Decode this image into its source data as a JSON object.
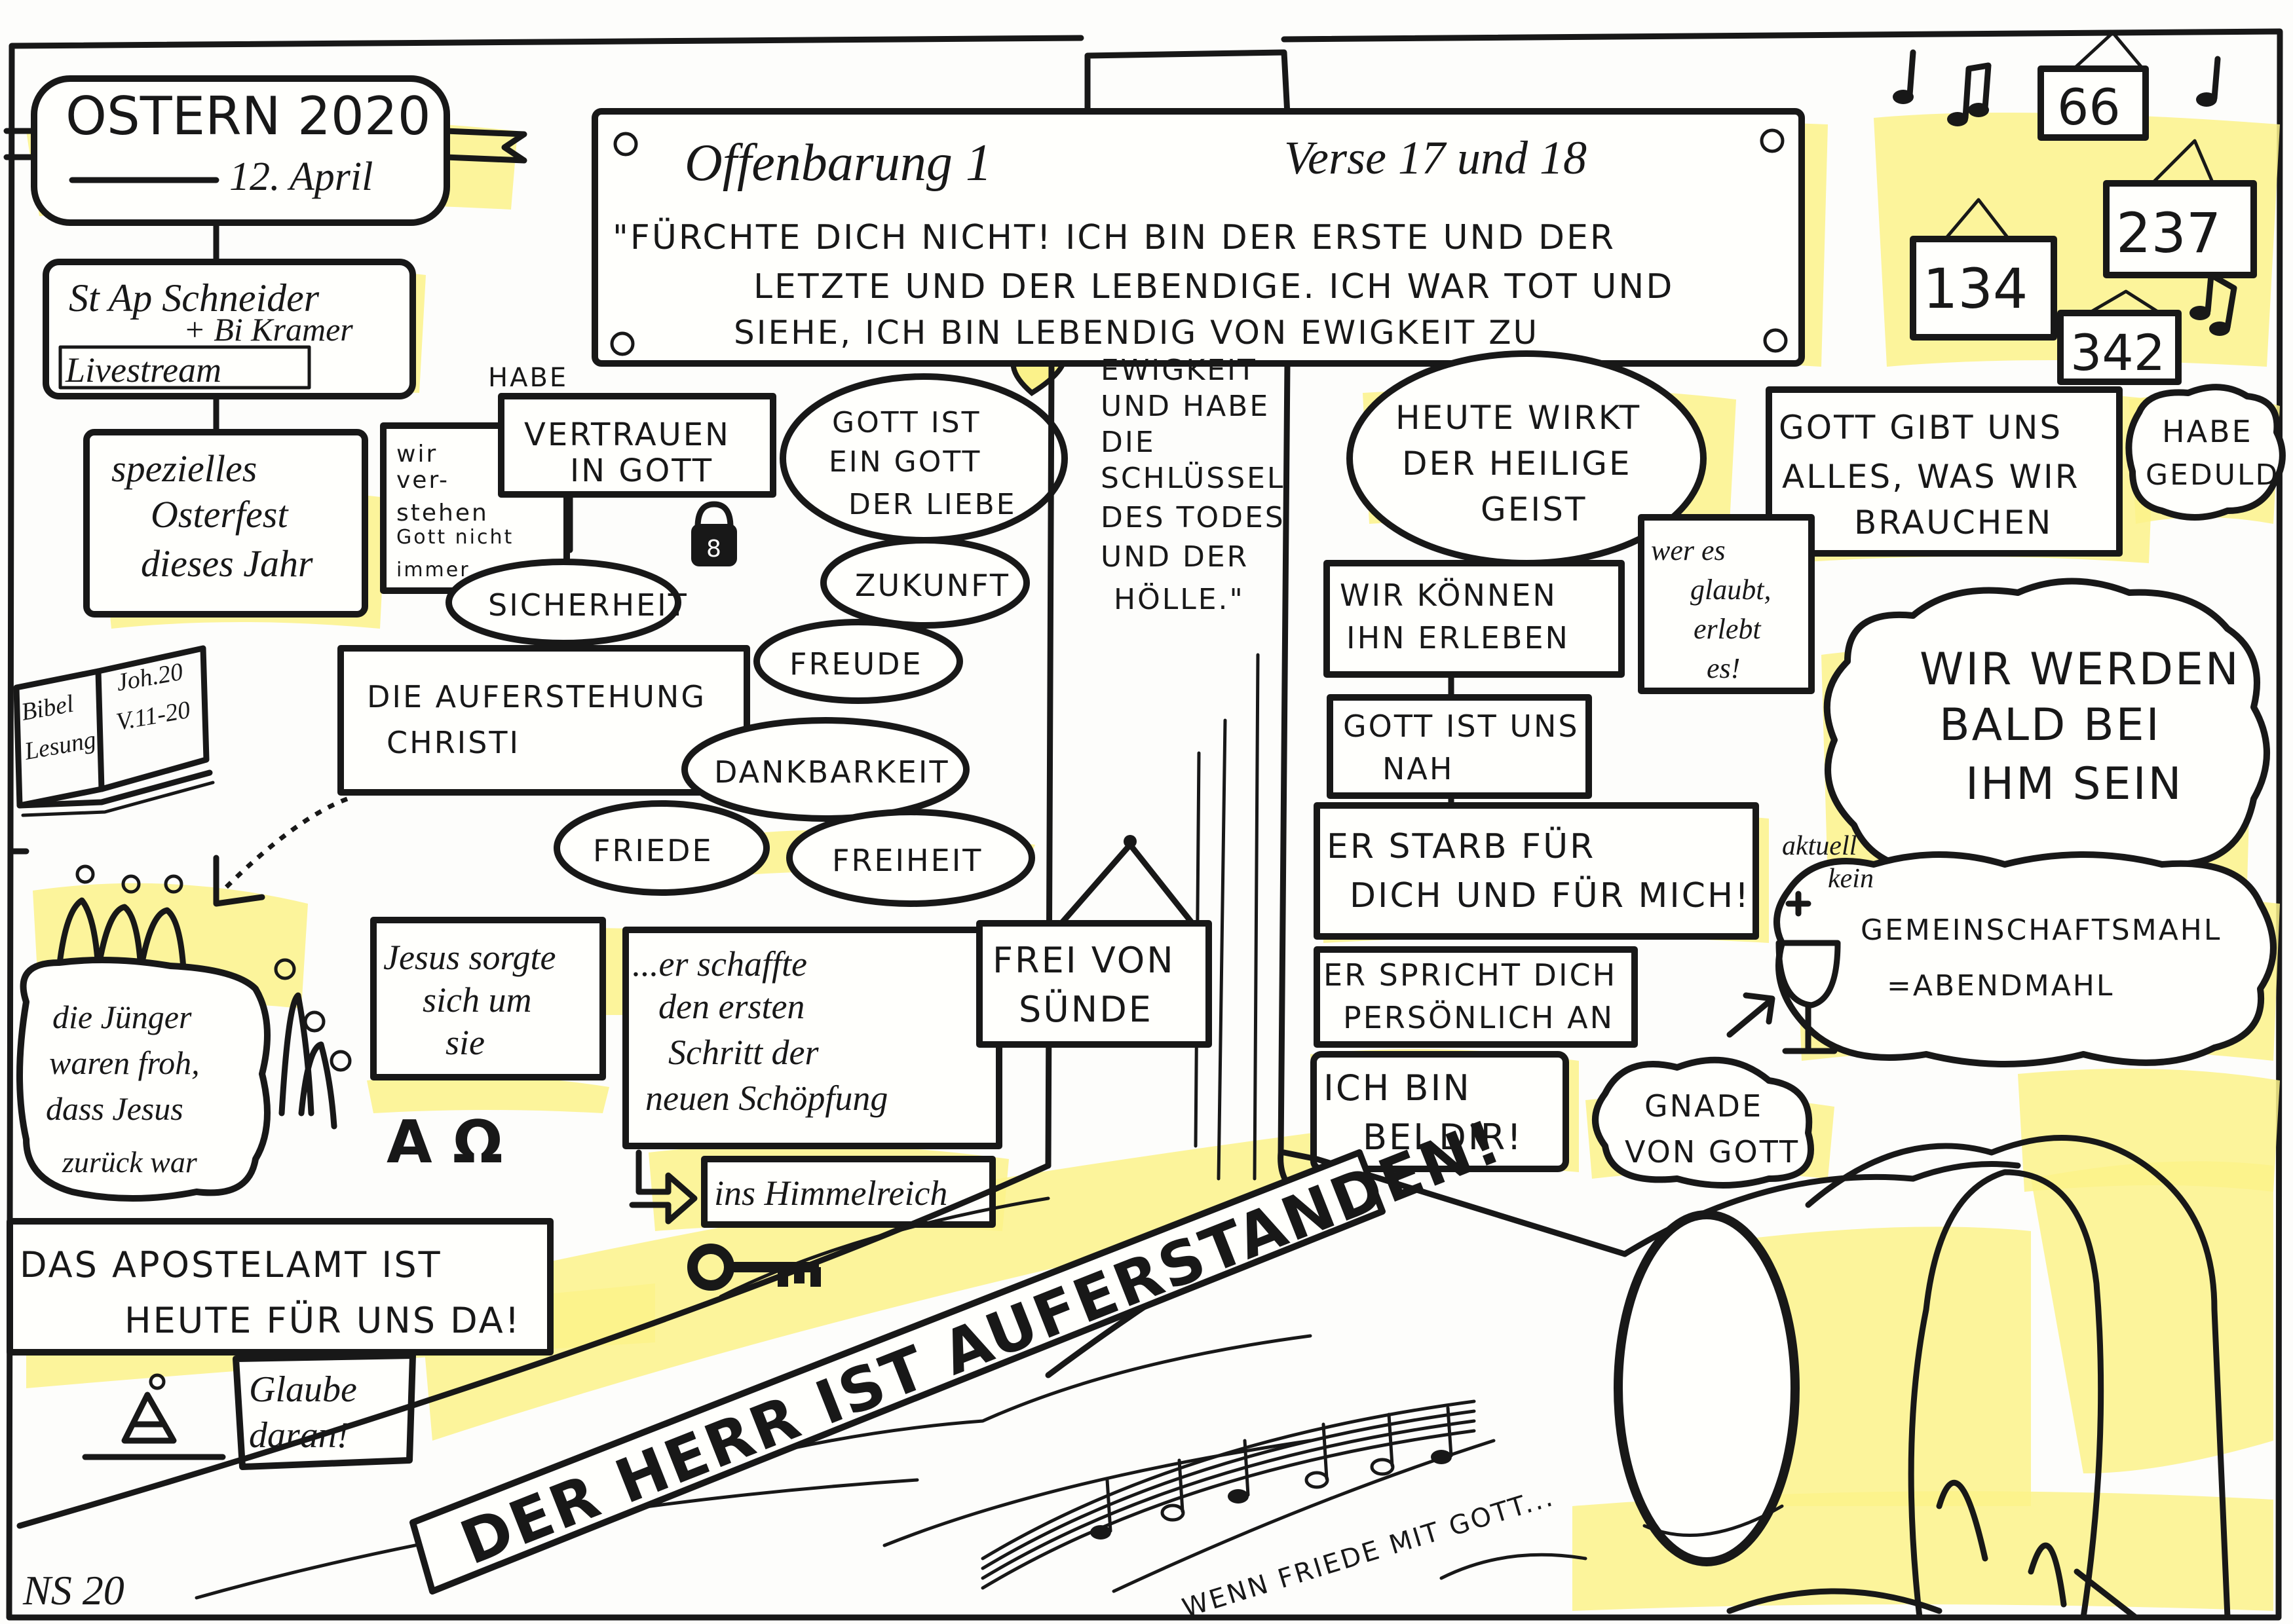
{
  "title": {
    "line1": "OSTERN 2020",
    "line2": "12. April"
  },
  "preacher": {
    "line1": "St Ap Schneider",
    "line2": "+ Bi Kramer",
    "line3": "Livestream"
  },
  "special": {
    "line1": "spezielles",
    "line2": "Osterfest",
    "line3": "dieses Jahr"
  },
  "not_understand": {
    "line1": "wir",
    "line2": "ver-",
    "line3": "stehen",
    "line4": "Gott nicht",
    "line5": "immer"
  },
  "trust": {
    "label_top": "HABE",
    "line1": "VERTRAUEN",
    "line2": "IN GOTT"
  },
  "love": {
    "line1": "GOTT IST",
    "line2": "EIN GOTT",
    "line3": "DER LIEBE"
  },
  "lock_number": "8",
  "ovals": {
    "sicherheit": "SICHERHEIT",
    "zukunft": "ZUKUNFT",
    "freude": "FREUDE",
    "dankbarkeit": "DANKBARKEIT",
    "friede": "FRIEDE",
    "freiheit": "FREIHEIT"
  },
  "resurrection": {
    "line1": "DIE AUFERSTEHUNG",
    "line2": "CHRISTI"
  },
  "bible": {
    "left1": "Bibel",
    "left2": "Lesung",
    "right1": "Joh.20",
    "right2": "V.11-20"
  },
  "disciples": {
    "line1": "die Jünger",
    "line2": "waren froh,",
    "line3": "dass Jesus",
    "line4": "zurück war"
  },
  "jesus_cared": {
    "line1": "Jesus sorgte",
    "line2": "sich um",
    "line3": "sie"
  },
  "alpha_omega": "Α Ω",
  "first_step": {
    "line1": "...er schaffte",
    "line2": "den ersten",
    "line3": "Schritt der",
    "line4": "neuen Schöpfung"
  },
  "heaven": "ins Himmelreich",
  "apostle": {
    "line1": "DAS APOSTELAMT IST",
    "line2": "HEUTE FÜR UNS DA!"
  },
  "belief": {
    "line1": "Glaube",
    "line2": "daran!"
  },
  "verse": {
    "reference": "Offenbarung 1",
    "verses": "Verse 17 und 18",
    "line1": "\"FÜRCHTE DICH NICHT! ICH BIN DER ERSTE UND DER",
    "line2": "LETZTE UND DER LEBENDIGE. ICH WAR TOT UND",
    "line3": "SIEHE, ICH BIN LEBENDIG VON EWIGKEIT ZU",
    "cont1": "EWIGKEIT",
    "cont2": "UND HABE",
    "cont3": "DIE",
    "cont4": "SCHLÜSSEL",
    "cont5": "DES TODES",
    "cont6": "UND DER",
    "cont7": "HÖLLE.\""
  },
  "free_sin": {
    "line1": "FREI VON",
    "line2": "SÜNDE"
  },
  "hymns": [
    "66",
    "237",
    "134",
    "342"
  ],
  "holy_spirit": {
    "line1": "HEUTE WIRKT",
    "line2": "DER HEILIGE",
    "line3": "GEIST"
  },
  "everything": {
    "line1": "GOTT GIBT UNS",
    "line2": "ALLES, WAS WIR",
    "line3": "BRAUCHEN"
  },
  "patience": {
    "line1": "HABE",
    "line2": "GEDULD"
  },
  "believes": {
    "line1": "wer es",
    "line2": "glaubt,",
    "line3": "erlebt",
    "line4": "es!"
  },
  "experience": {
    "line1": "WIR KÖNNEN",
    "line2": "IHN ERLEBEN"
  },
  "near": {
    "line1": "GOTT IST UNS",
    "line2": "NAH"
  },
  "died": {
    "line1": "ER STARB FÜR",
    "line2": "DICH UND FÜR MICH!"
  },
  "speaks": {
    "line1": "ER SPRICHT DICH",
    "line2": "PERSÖNLICH AN"
  },
  "with_you": {
    "line1": "ICH BIN",
    "line2": "BEI DIR!"
  },
  "soon": {
    "line1": "WIR WERDEN",
    "line2": "BALD BEI",
    "line3": "IHM SEIN"
  },
  "communion": {
    "line1": "aktuell",
    "line2": "kein",
    "line3": "GEMEINSCHAFTSMAHL",
    "line4": "=ABENDMAHL"
  },
  "grace": {
    "line1": "GNADE",
    "line2": "VON GOTT"
  },
  "banner": "DER HERR IST AUFERSTANDEN!",
  "song": "WENN FRIEDE MIT GOTT...",
  "signature": "NS 20",
  "colors": {
    "highlight": "#fbf28a",
    "ink": "#181818",
    "paper": "#fdfdfb"
  }
}
